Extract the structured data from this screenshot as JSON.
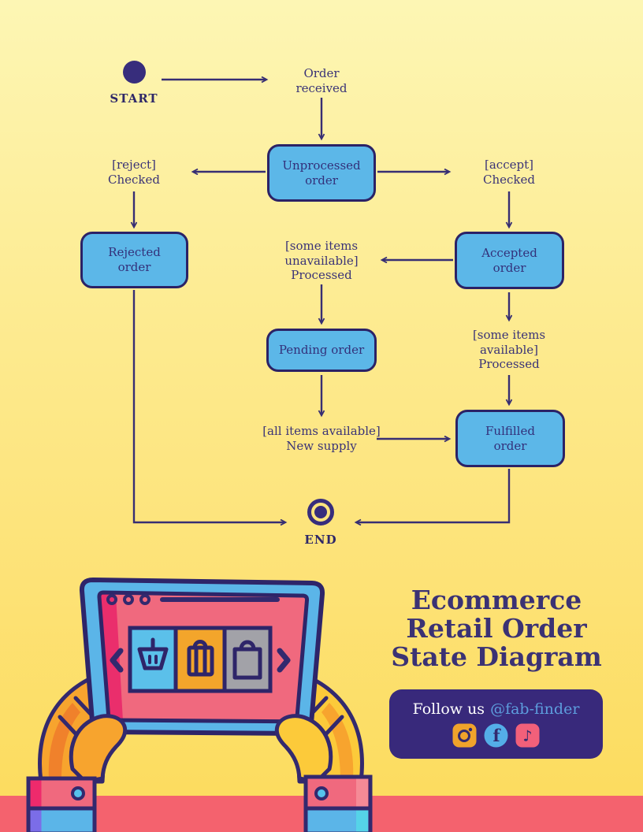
{
  "poster": {
    "background_top": "#fdf6b4",
    "background_bottom": "#fcdc5f",
    "footer_strip_color": "#f4626e",
    "accent_dark": "#332a6e",
    "node_fill": "#5cb7e8",
    "node_border": "#2b2266"
  },
  "diagram": {
    "start_label": "START",
    "end_label": "END",
    "nodes": {
      "unprocessed": {
        "line1": "Unprocessed",
        "line2": "order"
      },
      "rejected": {
        "line1": "Rejected",
        "line2": "order"
      },
      "accepted": {
        "line1": "Accepted",
        "line2": "order"
      },
      "pending": {
        "line1": "Pending order"
      },
      "fulfilled": {
        "line1": "Fulfilled",
        "line2": "order"
      }
    },
    "labels": {
      "order_received": {
        "line1": "Order",
        "line2": "received"
      },
      "reject_checked": {
        "line1": "[reject]",
        "line2": "Checked"
      },
      "accept_checked": {
        "line1": "[accept]",
        "line2": "Checked"
      },
      "some_items_unavailable": {
        "line1": "[some items",
        "line2": "unavailable]",
        "line3": "Processed"
      },
      "some_items_available": {
        "line1": "[some items",
        "line2": "available]",
        "line3": "Processed"
      },
      "all_items_available": {
        "line1": "[all items available]",
        "line2": "New supply"
      }
    }
  },
  "footer": {
    "title": {
      "line1": "Ecommerce",
      "line2": "Retail Order",
      "line3": "State Diagram"
    },
    "follow": {
      "prefix": "Follow us",
      "handle": "@fab-finder"
    },
    "social_icons": [
      "instagram-icon",
      "facebook-icon",
      "tiktok-icon"
    ],
    "illustration_icons": [
      "shopping-basket-icon",
      "striped-shopping-bag-icon",
      "shopping-bag-icon",
      "chevron-left-icon",
      "chevron-right-icon"
    ]
  }
}
